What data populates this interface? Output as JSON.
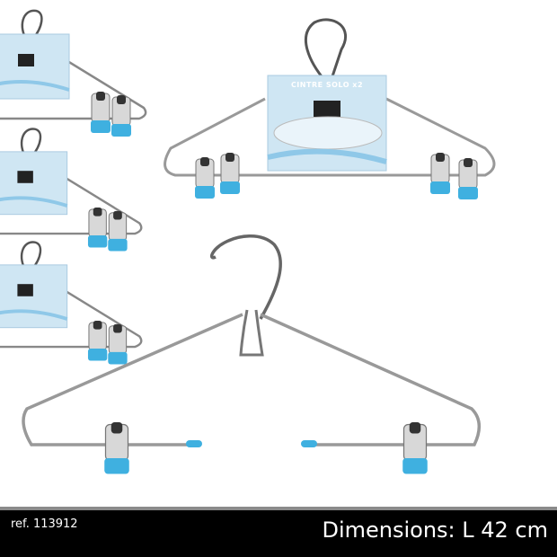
{
  "footer": {
    "reference": "ref. 113912",
    "dimensions": "Dimensions: L 42 cm"
  },
  "packaging": {
    "label": "CINTRE SOLO x2"
  },
  "colors": {
    "clip_accent": "#3fb0e0",
    "chrome": "#9a9a9a",
    "card": "#cfe6f3",
    "footer_bg": "#000000"
  }
}
